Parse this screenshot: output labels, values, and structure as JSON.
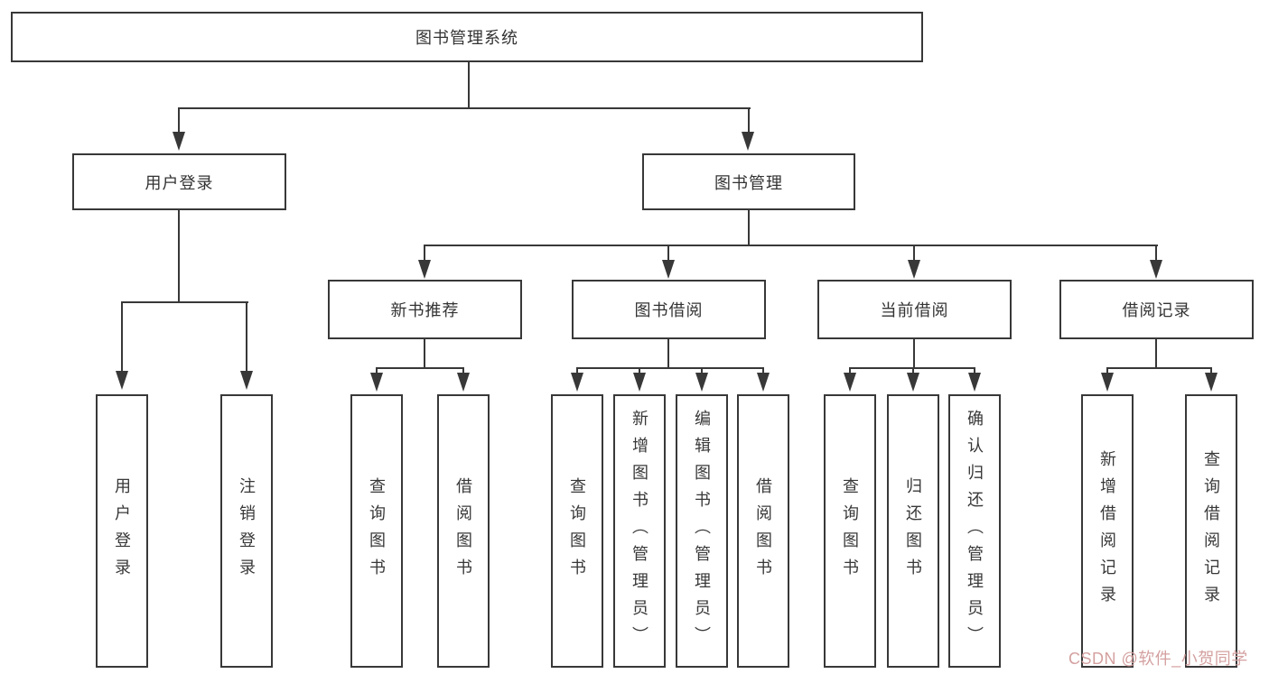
{
  "diagram": {
    "root": {
      "label": "图书管理系统"
    },
    "level2": [
      {
        "label": "用户登录"
      },
      {
        "label": "图书管理"
      }
    ],
    "level3": [
      {
        "label": "新书推荐"
      },
      {
        "label": "图书借阅"
      },
      {
        "label": "当前借阅"
      },
      {
        "label": "借阅记录"
      }
    ],
    "leaves": [
      {
        "label": "用户登录"
      },
      {
        "label": "注销登录"
      },
      {
        "label": "查询图书"
      },
      {
        "label": "借阅图书"
      },
      {
        "label": "查询图书"
      },
      {
        "label": "新增图书（管理员）"
      },
      {
        "label": "编辑图书（管理员）"
      },
      {
        "label": "借阅图书"
      },
      {
        "label": "查询图书"
      },
      {
        "label": "归还图书"
      },
      {
        "label": "确认归还（管理员）"
      },
      {
        "label": "新增借阅记录"
      },
      {
        "label": "查询借阅记录"
      }
    ]
  },
  "watermark": {
    "text": "CSDN @软件_小贺同学"
  },
  "colors": {
    "line": "#383838",
    "text": "#333333",
    "background": "#ffffff",
    "watermark": "#d4a0a0"
  }
}
